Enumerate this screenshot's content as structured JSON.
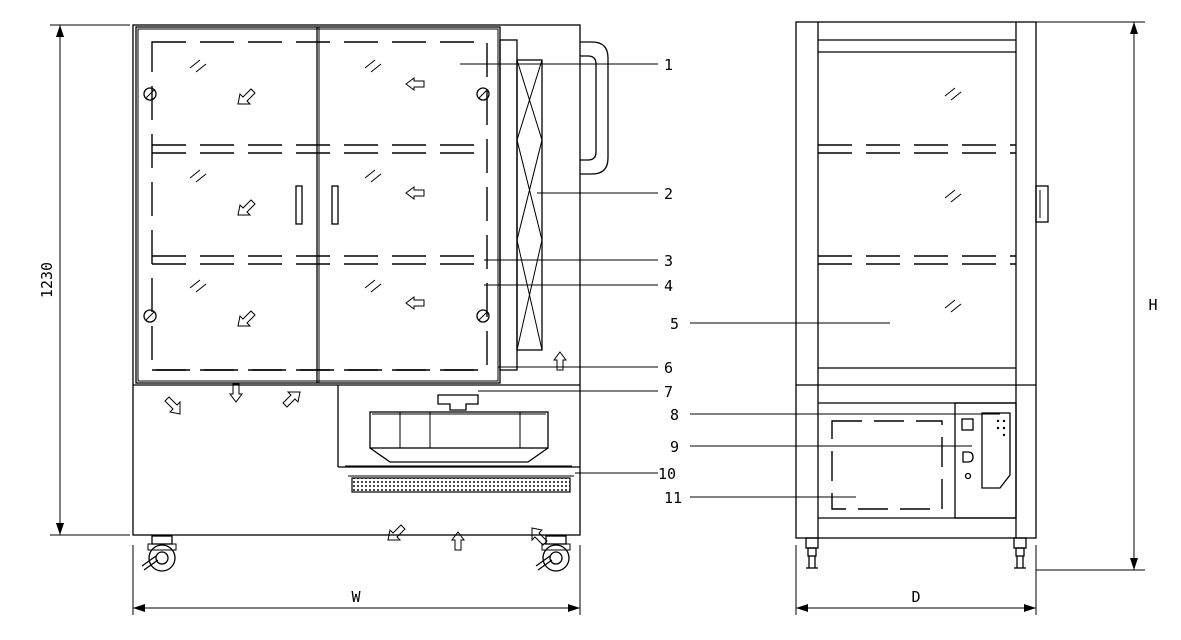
{
  "dimensions": {
    "height_value": "1230",
    "width_label": "W",
    "depth_label": "D",
    "overall_height_label": "H"
  },
  "callouts": [
    "1",
    "2",
    "3",
    "4",
    "5",
    "6",
    "7",
    "8",
    "9",
    "10",
    "11"
  ],
  "colors": {
    "line": "#000000",
    "background": "#ffffff",
    "filter_fill": "#333333"
  }
}
